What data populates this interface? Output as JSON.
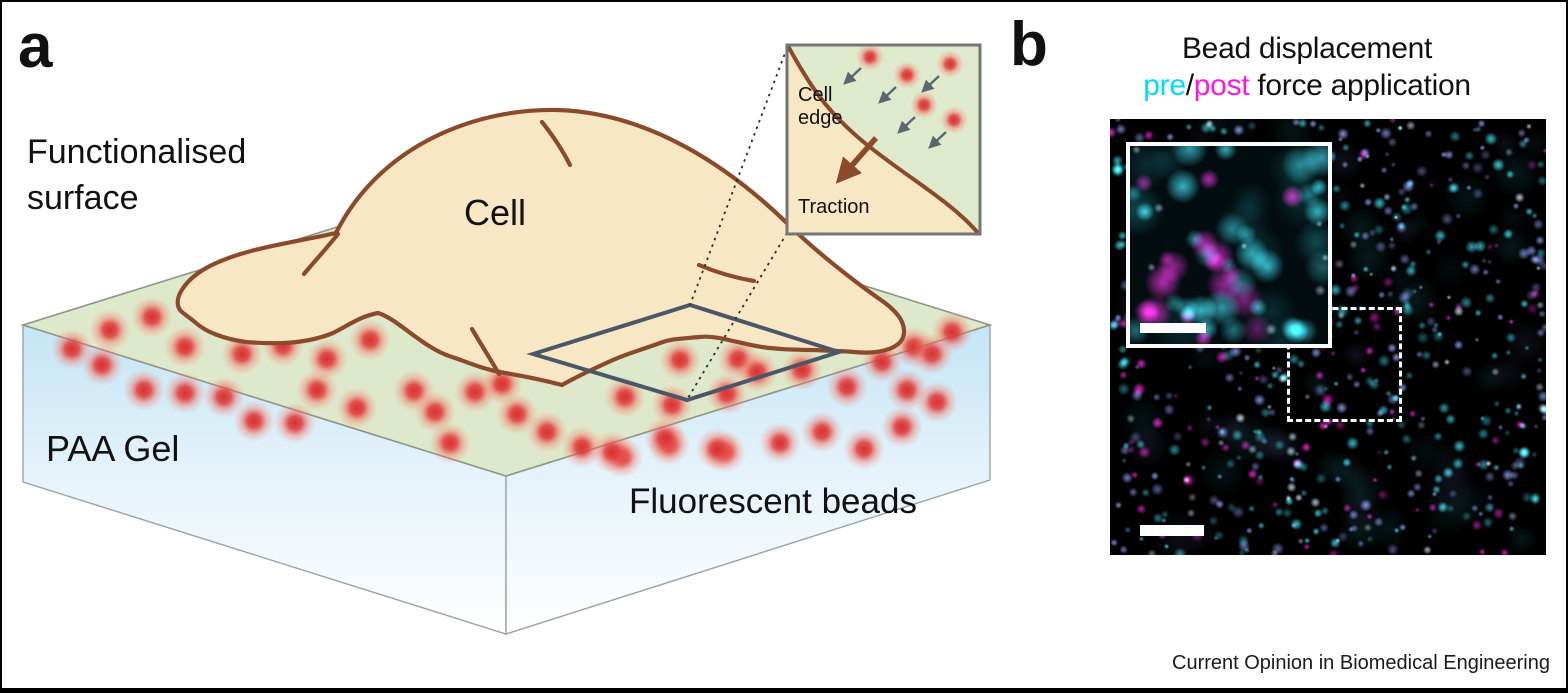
{
  "panel_a": {
    "label": "a",
    "surface_label": "Functionalised surface",
    "cell_label": "Cell",
    "gel_label": "PAA Gel",
    "beads_label": "Fluorescent beads",
    "inset": {
      "cell_edge_label": "Cell edge",
      "traction_label": "Traction"
    },
    "colors": {
      "gel_top_surface": "#dee9cb",
      "gel_front_face": "#c4e5f5",
      "cell_fill": "#f8e7c4",
      "cell_outline": "#8a4a2c",
      "bead_red": "#e23d36",
      "roi_outline": "#4b5666"
    }
  },
  "panel_b": {
    "label": "b",
    "title_line1": "Bead displacement",
    "title_pre": "pre",
    "title_sep": "/",
    "title_post": "post",
    "title_tail": " force application",
    "colors": {
      "pre_text": "#00dcf5",
      "post_text": "#ff16e3",
      "image_background": "#000000",
      "pre_beads_cyan": "#2fd9ec",
      "post_beads_magenta": "#ff2cdf",
      "overlay_lavender": "#96a8ff"
    }
  },
  "footer": {
    "journal_label": "Current Opinion in Biomedical Engineering"
  }
}
